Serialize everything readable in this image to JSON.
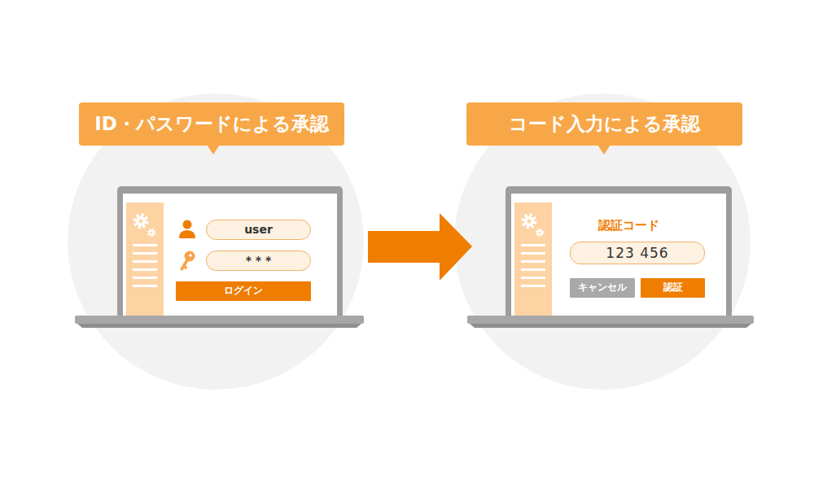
{
  "diagram": {
    "nodes": [
      {
        "text": [
          "ID・パスワードによる承認"
        ]
      },
      {
        "text": [
          "user"
        ]
      },
      {
        "text": [
          "* * *"
        ]
      },
      {
        "text": [
          "ログイン"
        ]
      },
      {
        "text": [
          "コード入力による承認"
        ]
      },
      {
        "text": [
          "123 456"
        ]
      },
      {
        "text": [
          "キャンセル"
        ]
      },
      {
        "text": [
          "認証"
        ]
      }
    ],
    "labels": [
      "認証コード"
    ]
  }
}
